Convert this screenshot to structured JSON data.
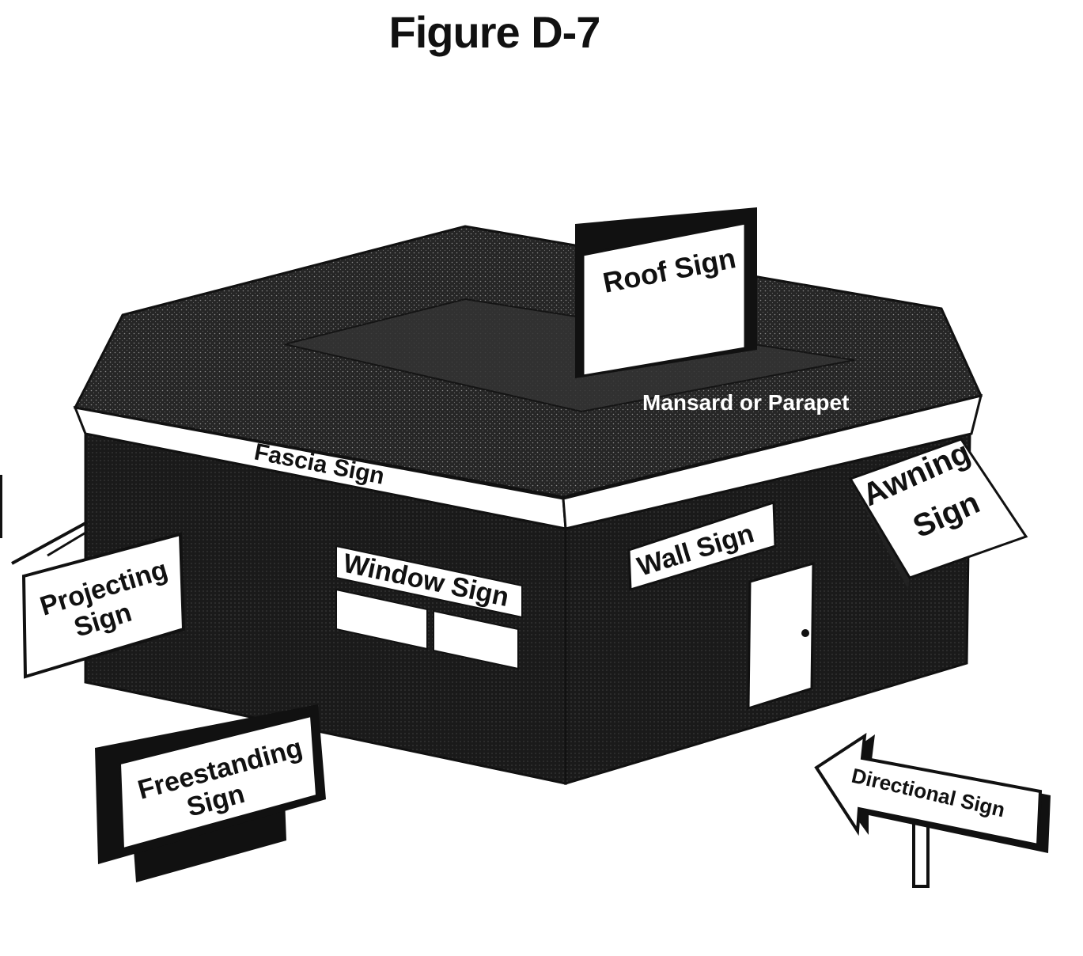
{
  "figure": {
    "title": "Figure D-7"
  },
  "labels": {
    "roof_sign": "Roof Sign",
    "mansard": "Mansard or Parapet",
    "fascia_sign": "Fascia Sign",
    "awning_sign_line1": "Awning",
    "awning_sign_line2": "Sign",
    "wall_sign": "Wall Sign",
    "window_sign": "Window Sign",
    "projecting_sign_line1": "Projecting",
    "projecting_sign_line2": "Sign",
    "freestanding_sign_line1": "Freestanding",
    "freestanding_sign_line2": "Sign",
    "directional_sign": "Directional Sign"
  },
  "colors": {
    "ink": "#111111",
    "paper": "#ffffff",
    "roof_fill": "#262626",
    "wall_fill": "#1f1f1f"
  }
}
